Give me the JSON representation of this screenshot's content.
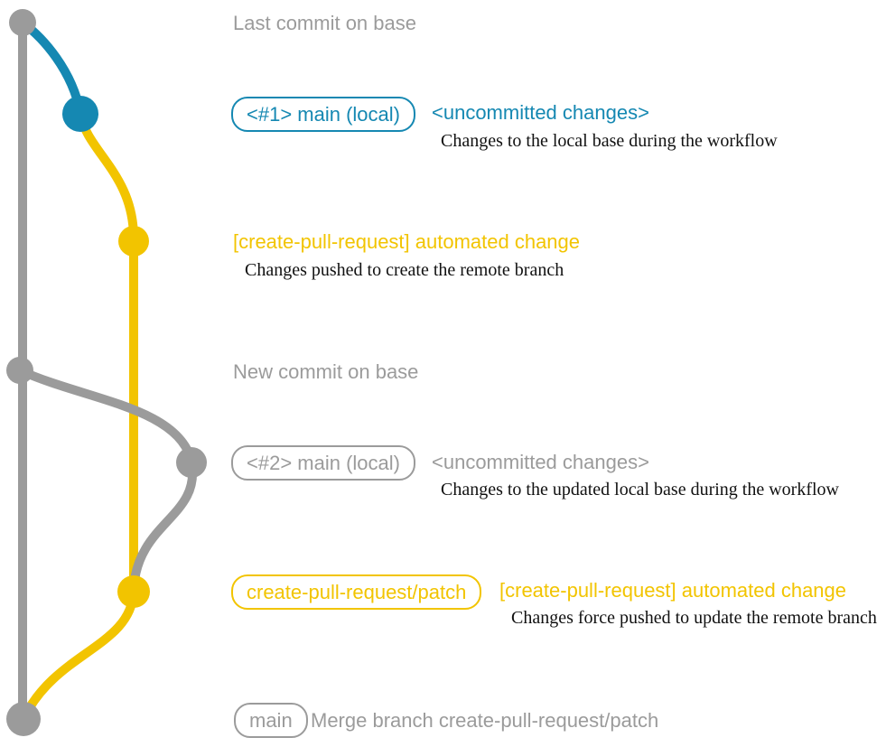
{
  "colors": {
    "gray": "#9b9b9b",
    "teal": "#1588b2",
    "yellow": "#f2c400",
    "text_dark": "#111111",
    "background": "#ffffff"
  },
  "rows": {
    "last_commit": {
      "label": "Last commit on base"
    },
    "main_local_1": {
      "badge": "<#1> main (local)",
      "title": "<uncommitted changes>",
      "desc": "Changes to the local base during the workflow"
    },
    "automated_change_1": {
      "title": "[create-pull-request] automated change",
      "desc": "Changes pushed to create the remote branch"
    },
    "new_commit": {
      "label": "New commit on base"
    },
    "main_local_2": {
      "badge": "<#2> main (local)",
      "title": "<uncommitted changes>",
      "desc": "Changes to the updated local base during the workflow"
    },
    "patch_branch": {
      "badge": "create-pull-request/patch",
      "title": "[create-pull-request] automated change",
      "desc": "Changes force pushed to update the remote branch"
    },
    "merge": {
      "badge": "main",
      "title": "Merge branch create-pull-request/patch"
    }
  }
}
